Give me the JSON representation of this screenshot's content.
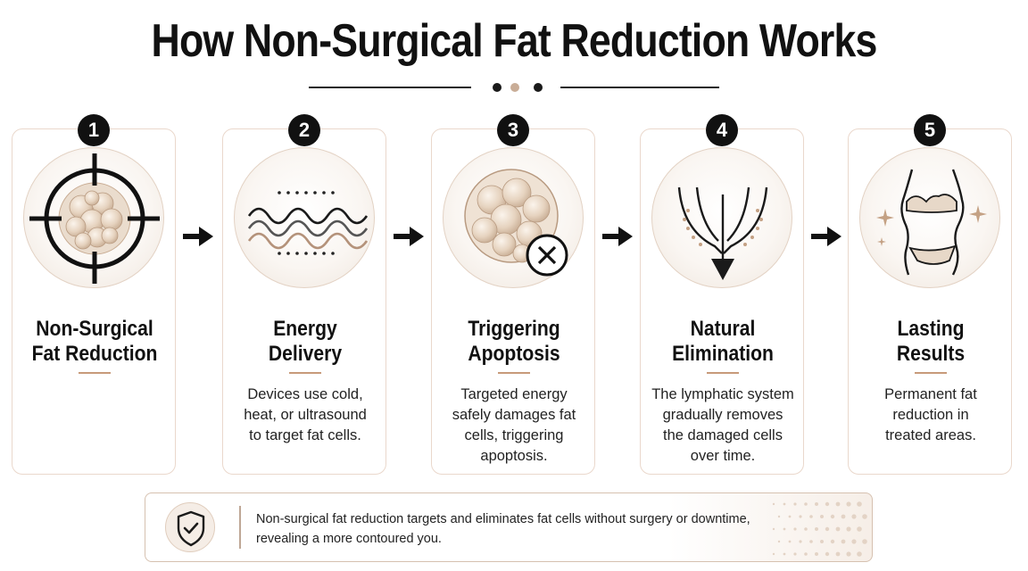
{
  "title": "How Non-Surgical Fat Reduction Works",
  "colors": {
    "accent": "#c79a7a",
    "fat_cell": "#e8d8c6",
    "dark": "#111111",
    "card_border": "#ead8cc"
  },
  "steps": [
    {
      "number": "1",
      "title_lines": [
        "Non-Surgical",
        "Fat Reduction"
      ],
      "text_lines": [],
      "icon": "target-fat-cluster-icon"
    },
    {
      "number": "2",
      "title_lines": [
        "Energy",
        "Delivery"
      ],
      "text_lines": [
        "Devices use cold,",
        "heat, or ultrasound",
        "to target fat cells."
      ],
      "icon": "energy-waves-icon"
    },
    {
      "number": "3",
      "title_lines": [
        "Triggering",
        "Apoptosis"
      ],
      "text_lines": [
        "Targeted energy",
        "safely damages fat",
        "cells, triggering",
        "apoptosis."
      ],
      "icon": "damaged-fat-cells-icon"
    },
    {
      "number": "4",
      "title_lines": [
        "Natural",
        "Elimination"
      ],
      "text_lines": [
        "The lymphatic system",
        "gradually removes",
        "the damaged cells",
        "over time."
      ],
      "icon": "elimination-arrows-icon"
    },
    {
      "number": "5",
      "title_lines": [
        "Lasting",
        "Results"
      ],
      "text_lines": [
        "Permanent fat",
        "reduction in",
        "treated areas."
      ],
      "icon": "body-silhouette-icon"
    }
  ],
  "banner": {
    "icon": "shield-check-icon",
    "lines": [
      "Non-surgical fat reduction targets and eliminates fat cells without surgery or downtime,",
      "revealing a more contoured you."
    ]
  }
}
